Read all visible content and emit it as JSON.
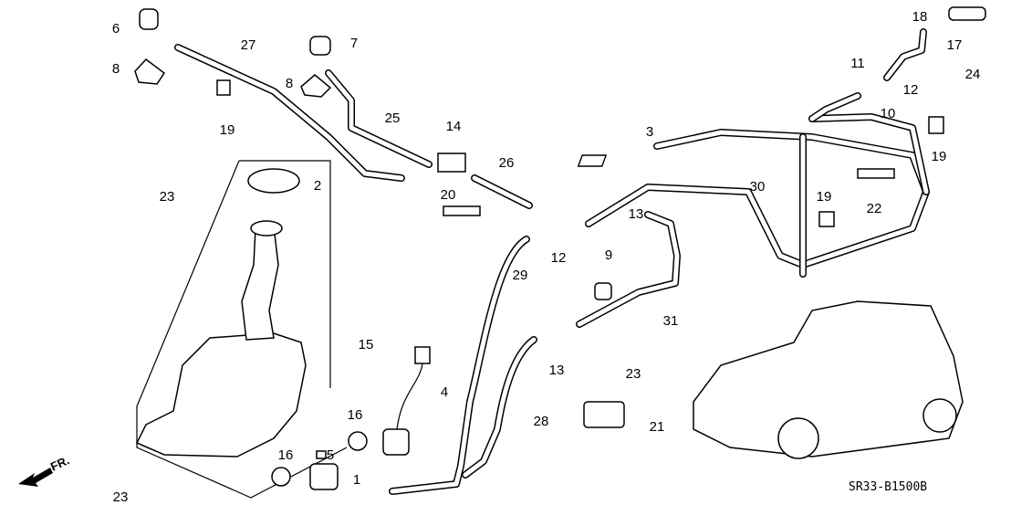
{
  "diagram": {
    "callouts": [
      "6",
      "27",
      "7",
      "8",
      "8",
      "19",
      "25",
      "14",
      "2",
      "23",
      "26",
      "20",
      "3",
      "11",
      "18",
      "17",
      "24",
      "12",
      "10",
      "19",
      "30",
      "19",
      "22",
      "13",
      "12",
      "29",
      "9",
      "31",
      "15",
      "4",
      "16",
      "13",
      "23",
      "28",
      "21",
      "5",
      "16",
      "1",
      "23"
    ],
    "code": "SR33-B1500B",
    "direction_label": "FR."
  }
}
